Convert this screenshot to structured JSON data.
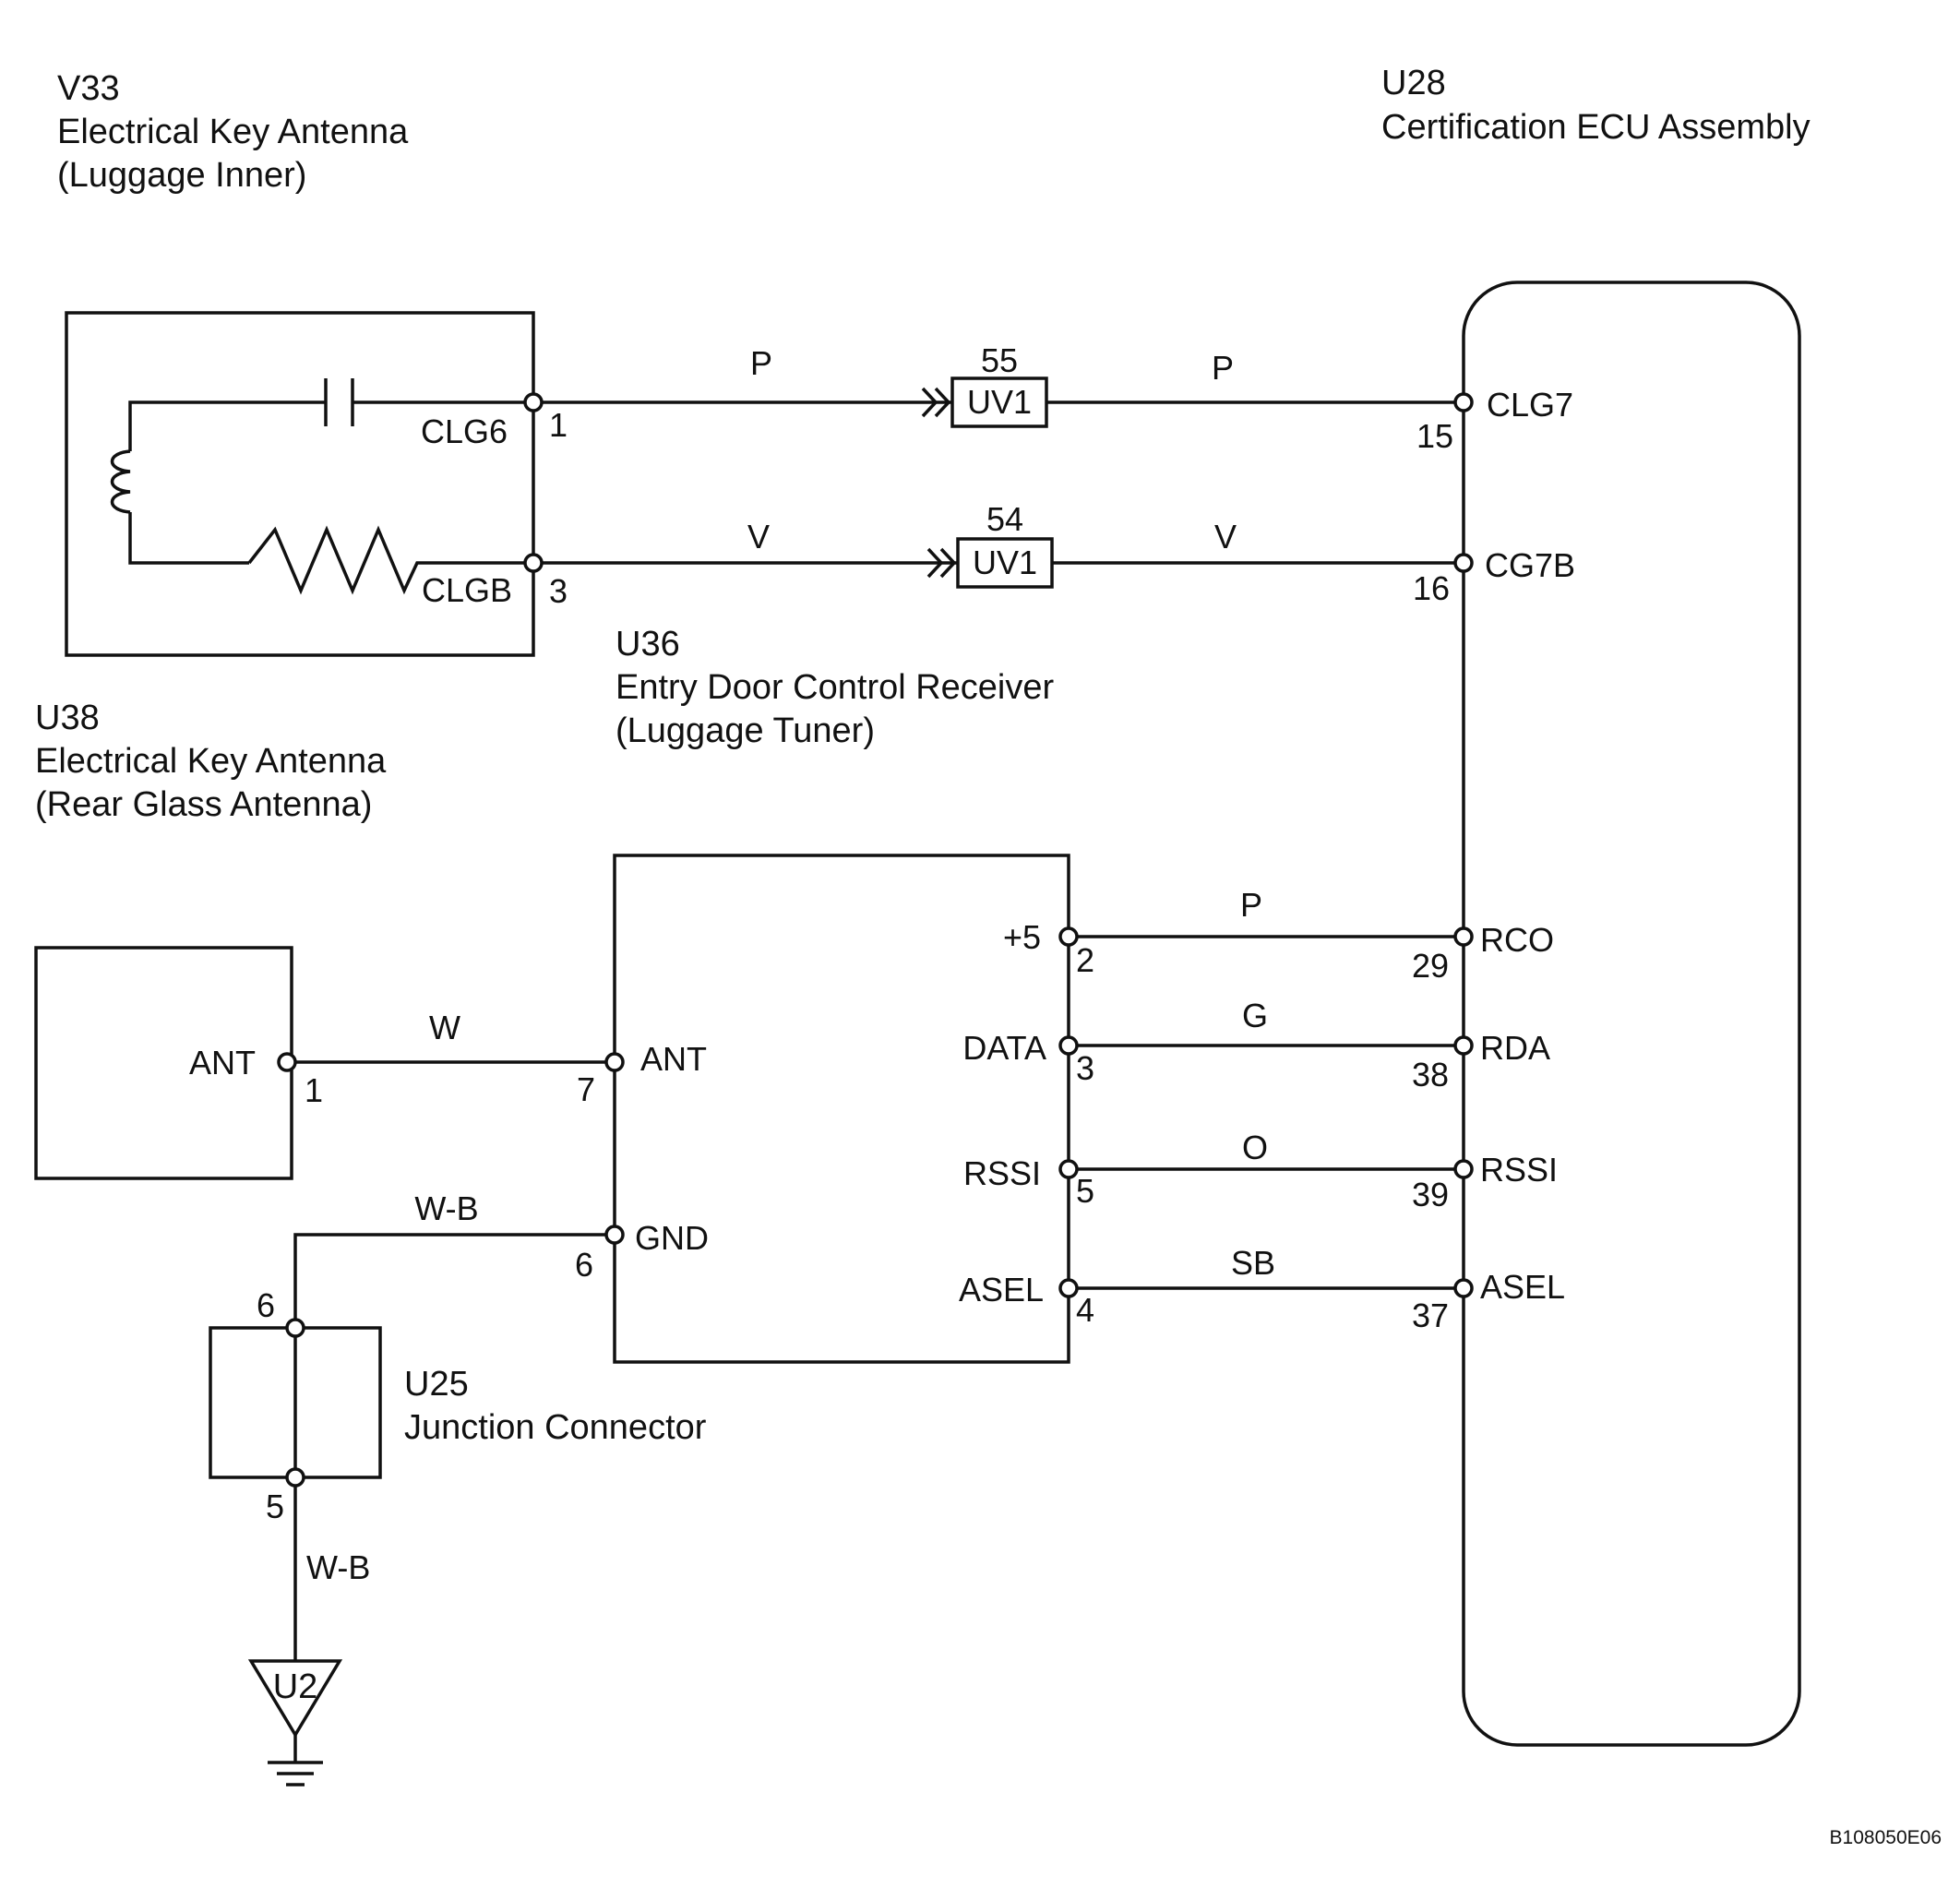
{
  "components": {
    "v33": {
      "id": "V33",
      "name": "Electrical Key Antenna",
      "sub": "(Luggage Inner)"
    },
    "u28": {
      "id": "U28",
      "name": "Certification ECU Assembly"
    },
    "u36": {
      "id": "U36",
      "name": "Entry Door Control Receiver",
      "sub": "(Luggage Tuner)"
    },
    "u38": {
      "id": "U38",
      "name": "Electrical Key Antenna",
      "sub": "(Rear Glass Antenna)"
    },
    "u25": {
      "id": "U25",
      "name": "Junction Connector"
    }
  },
  "pins": {
    "v33_clg6": {
      "name": "CLG6",
      "num": "1"
    },
    "v33_clgb": {
      "name": "CLGB",
      "num": "3"
    },
    "u28_clg7": {
      "name": "CLG7",
      "num": "15"
    },
    "u28_cg7b": {
      "name": "CG7B",
      "num": "16"
    },
    "u28_rco": {
      "name": "RCO",
      "num": "29"
    },
    "u28_rda": {
      "name": "RDA",
      "num": "38"
    },
    "u28_rssi": {
      "name": "RSSI",
      "num": "39"
    },
    "u28_asel": {
      "name": "ASEL",
      "num": "37"
    },
    "u36_p5": {
      "name": "+5",
      "num": "2"
    },
    "u36_data": {
      "name": "DATA",
      "num": "3"
    },
    "u36_rssi": {
      "name": "RSSI",
      "num": "5"
    },
    "u36_asel": {
      "name": "ASEL",
      "num": "4"
    },
    "u36_ant": {
      "name": "ANT",
      "num": "7"
    },
    "u36_gnd": {
      "name": "GND",
      "num": "6"
    },
    "u38_ant": {
      "name": "ANT",
      "num": "1"
    },
    "u25_top": {
      "num": "6"
    },
    "u25_bot": {
      "num": "5"
    }
  },
  "wires": {
    "clg_a": "P",
    "clg_b": "P",
    "cgb_a": "V",
    "cgb_b": "V",
    "rco": "P",
    "rda": "G",
    "rssi": "O",
    "asel": "SB",
    "ant": "W",
    "gnd": "W-B",
    "ground": "W-B"
  },
  "connectors": {
    "uv1_55": {
      "num": "55",
      "name": "UV1"
    },
    "uv1_54": {
      "num": "54",
      "name": "UV1"
    }
  },
  "ground_point": "U2",
  "figure_code": "B108050E06"
}
